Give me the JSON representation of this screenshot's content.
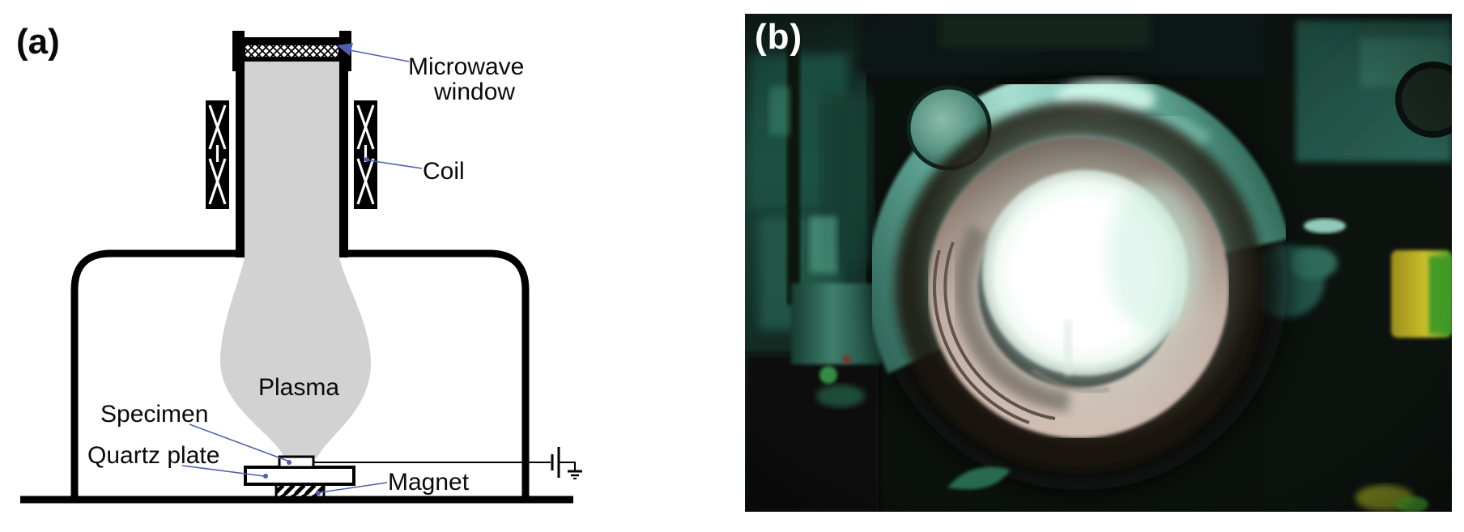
{
  "figure": {
    "panel_a": {
      "label": "(a)",
      "labels": {
        "microwave_window_line1": "Microwave",
        "microwave_window_line2": "window",
        "coil": "Coil",
        "plasma": "Plasma",
        "specimen": "Specimen",
        "quartz_plate": "Quartz plate",
        "magnet": "Magnet"
      },
      "colors": {
        "background": "#ffffff",
        "outline": "#000000",
        "plasma_fill": "#d2d2d2",
        "leader_line": "#4f5fae",
        "text": "#0a0a0a"
      }
    },
    "panel_b": {
      "label": "(b)",
      "colors": {
        "label_text": "#ffffff",
        "background": "#0b110d",
        "machinery_teal": "#2a5f53",
        "arc_highlight": "#8ed0bf",
        "ring_metal_pink": "#c9aea5",
        "glow_core": "#ffffff",
        "accent_yellow": "#b0a31f",
        "accent_green": "#55a62a"
      }
    }
  }
}
